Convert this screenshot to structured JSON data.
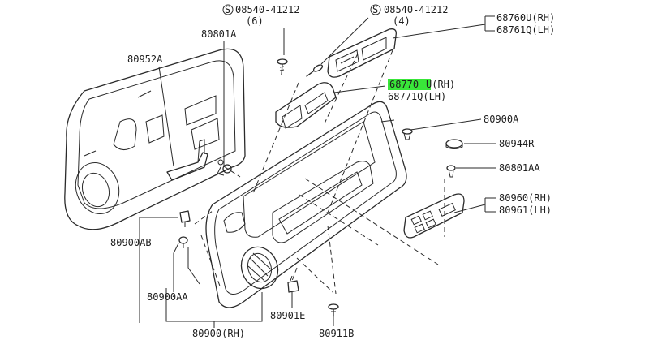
{
  "labels": {
    "bolt_left": {
      "prefix": "S",
      "code": "08540-41212",
      "qty": "(6)"
    },
    "bolt_right": {
      "prefix": "S",
      "code": "08540-41212",
      "qty": "(4)"
    },
    "p68760": {
      "rh": "68760U(RH)",
      "lh": "68761Q(LH)"
    },
    "p80801a": "80801A",
    "p80952a": "80952A",
    "p68770": {
      "hl": "68770",
      "rh_rest": "U(RH)",
      "lh": "68771Q(LH)"
    },
    "p80900a": "80900A",
    "p80944r": "80944R",
    "p80801aa": "80801AA",
    "p80960": {
      "rh": "80960(RH)",
      "lh": "80961(LH)"
    },
    "p80900ab": "80900AB",
    "p80900aa": "80900AA",
    "p80901e": "80901E",
    "p80911b": "80911B",
    "p80900rh": "80900(RH)"
  },
  "colors": {
    "highlight": "#39e639",
    "line": "#2a2a2a"
  }
}
